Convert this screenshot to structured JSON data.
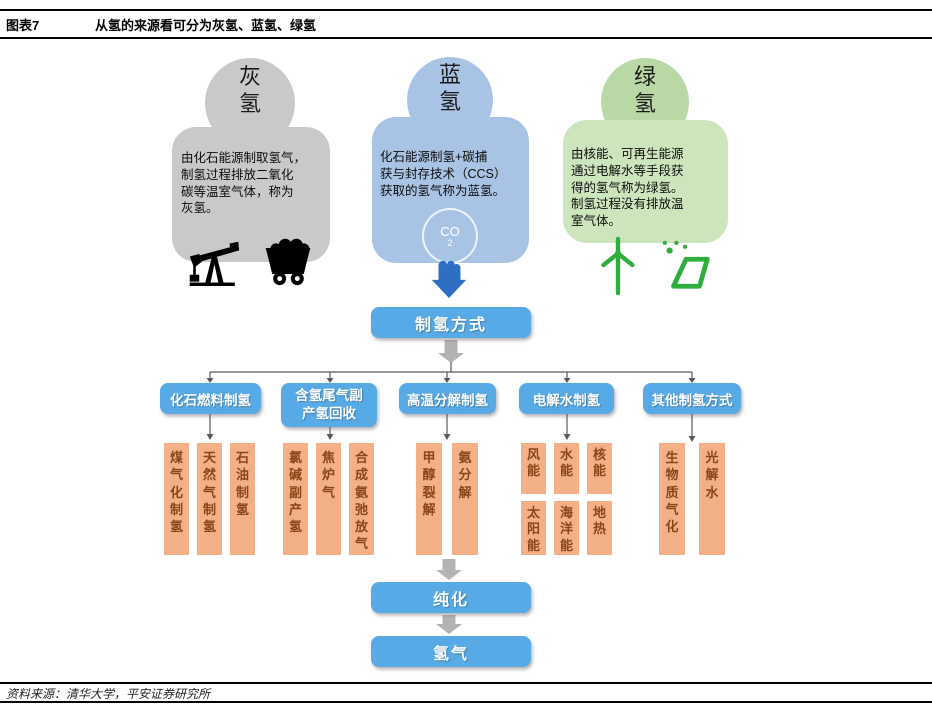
{
  "figure": {
    "label": "图表7",
    "title": "从氢的来源看可分为灰氢、蓝氢、绿氢"
  },
  "source_note": "资料来源：清华大学，平安证券研究所",
  "blobs": [
    {
      "name": "gray-hydrogen",
      "title": "灰氢",
      "desc": "由化石能源制取氢气，\n制氢过程排放二氧化\n碳等温室气体，称为\n灰氢。",
      "icons": [
        "oil-pumpjack-icon",
        "coal-cart-icon"
      ]
    },
    {
      "name": "blue-hydrogen",
      "title": "蓝氢",
      "desc": "化石能源制氢+碳捕\n获与封存技术（CCS）\n获取的氢气称为蓝氢。",
      "co2": "CO",
      "co2_sub": "2"
    },
    {
      "name": "green-hydrogen",
      "title": "绿氢",
      "desc": "由核能、可再生能源\n通过电解水等手段获\n得的氢气称为绿氢。\n制氢过程没有排放温\n室气体。",
      "icons": [
        "wind-turbine-icon",
        "solar-panel-icon"
      ]
    }
  ],
  "flow": {
    "root": "制氢方式",
    "categories": [
      {
        "label": "化石燃料制氢",
        "leaves": [
          "煤气化制氢",
          "天然气制氢",
          "石油制氢"
        ]
      },
      {
        "label": "含氢尾气副产氢回收",
        "leaves": [
          "氯碱副产氢",
          "焦炉气",
          "合成氨弛放气"
        ]
      },
      {
        "label": "高温分解制氢",
        "leaves": [
          "甲醇裂解",
          "氨分解"
        ]
      },
      {
        "label": "电解水制氢",
        "leaves_top": [
          "风能",
          "水能",
          "核能"
        ],
        "leaves_bottom": [
          "太阳能",
          "海洋能",
          "地热"
        ]
      },
      {
        "label": "其他制氢方式",
        "leaves": [
          "生物质气化",
          "光解水"
        ]
      }
    ],
    "purify": "纯化",
    "hydrogen": "氢气"
  },
  "colors": {
    "gray_blob": "#c9c9c9",
    "blue_blob": "#a9c3e4",
    "green_blob": "#cde5bd",
    "green_circle": "#b9d8a6",
    "flow_box": "#58aae6",
    "leaf_box": "#f3b087",
    "leaf_text": "#8a4519",
    "block_arrow": "#b3b3b3",
    "connector": "#595959",
    "icon_green": "#2fae3e",
    "hand_blue": "#2e6fc4",
    "icon_black": "#000000"
  }
}
